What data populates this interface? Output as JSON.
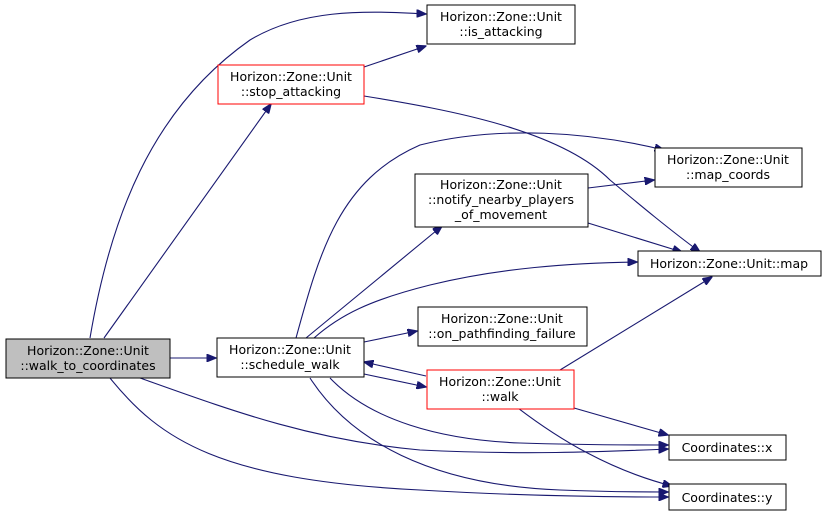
{
  "colors": {
    "edge": "#191970",
    "node_border": "#000000",
    "node_border_highlight": "#ff0000",
    "root_fill": "#bfbfbf",
    "node_fill": "#ffffff"
  },
  "nodes": {
    "walk_to_coordinates": {
      "line1": "Horizon::Zone::Unit",
      "line2": "::walk_to_coordinates",
      "style": "root"
    },
    "is_attacking": {
      "line1": "Horizon::Zone::Unit",
      "line2": "::is_attacking",
      "style": "normal"
    },
    "stop_attacking": {
      "line1": "Horizon::Zone::Unit",
      "line2": "::stop_attacking",
      "style": "highlight"
    },
    "map_coords": {
      "line1": "Horizon::Zone::Unit",
      "line2": "::map_coords",
      "style": "normal"
    },
    "notify_nearby": {
      "line1": "Horizon::Zone::Unit",
      "line2": "::notify_nearby_players",
      "line3": "_of_movement",
      "style": "normal"
    },
    "map": {
      "line1": "Horizon::Zone::Unit::map",
      "style": "normal"
    },
    "on_pathfinding_failure": {
      "line1": "Horizon::Zone::Unit",
      "line2": "::on_pathfinding_failure",
      "style": "normal"
    },
    "schedule_walk": {
      "line1": "Horizon::Zone::Unit",
      "line2": "::schedule_walk",
      "style": "normal"
    },
    "walk": {
      "line1": "Horizon::Zone::Unit",
      "line2": "::walk",
      "style": "highlight"
    },
    "coord_x": {
      "line1": "Coordinates::x",
      "style": "normal"
    },
    "coord_y": {
      "line1": "Coordinates::y",
      "style": "normal"
    }
  },
  "edges": [
    {
      "from": "walk_to_coordinates",
      "to": "is_attacking"
    },
    {
      "from": "walk_to_coordinates",
      "to": "stop_attacking"
    },
    {
      "from": "walk_to_coordinates",
      "to": "schedule_walk"
    },
    {
      "from": "walk_to_coordinates",
      "to": "coord_x"
    },
    {
      "from": "walk_to_coordinates",
      "to": "coord_y"
    },
    {
      "from": "stop_attacking",
      "to": "is_attacking"
    },
    {
      "from": "stop_attacking",
      "to": "map"
    },
    {
      "from": "schedule_walk",
      "to": "map_coords"
    },
    {
      "from": "schedule_walk",
      "to": "notify_nearby"
    },
    {
      "from": "schedule_walk",
      "to": "map"
    },
    {
      "from": "schedule_walk",
      "to": "on_pathfinding_failure"
    },
    {
      "from": "schedule_walk",
      "to": "walk"
    },
    {
      "from": "schedule_walk",
      "to": "coord_x"
    },
    {
      "from": "schedule_walk",
      "to": "coord_y"
    },
    {
      "from": "notify_nearby",
      "to": "map_coords"
    },
    {
      "from": "notify_nearby",
      "to": "map"
    },
    {
      "from": "walk",
      "to": "schedule_walk"
    },
    {
      "from": "walk",
      "to": "map"
    },
    {
      "from": "walk",
      "to": "coord_x"
    },
    {
      "from": "walk",
      "to": "coord_y"
    }
  ]
}
